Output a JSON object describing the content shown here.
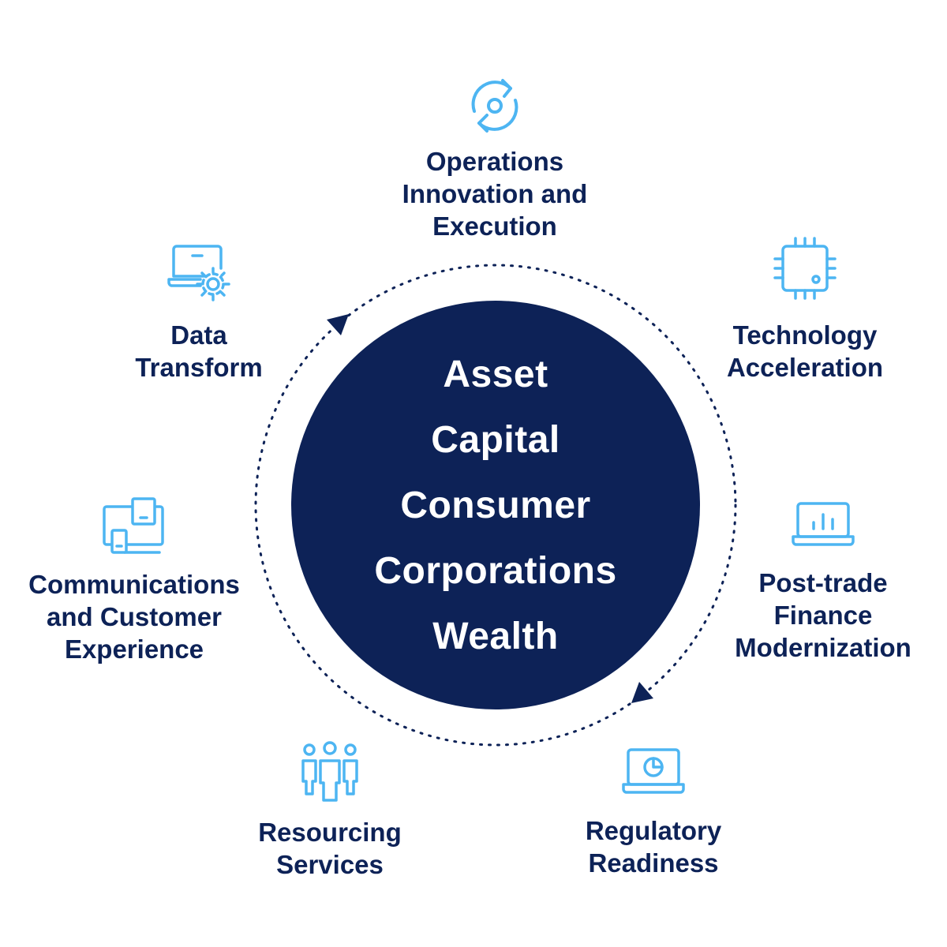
{
  "colors": {
    "navy": "#0d2257",
    "icon_blue": "#4db5f2",
    "background": "#ffffff"
  },
  "hub": {
    "segments": [
      "Asset",
      "Capital",
      "Consumer",
      "Corporations",
      "Wealth"
    ]
  },
  "capabilities": [
    {
      "id": "ops",
      "icon": "refresh-cycle-icon",
      "lines": [
        "Operations",
        "Innovation and",
        "Execution"
      ]
    },
    {
      "id": "tech",
      "icon": "microchip-icon",
      "lines": [
        "Technology",
        "Acceleration"
      ]
    },
    {
      "id": "post",
      "icon": "laptop-bar-chart-icon",
      "lines": [
        "Post-trade",
        "Finance",
        "Modernization"
      ]
    },
    {
      "id": "reg",
      "icon": "laptop-pie-chart-icon",
      "lines": [
        "Regulatory",
        "Readiness"
      ]
    },
    {
      "id": "res",
      "icon": "people-group-icon",
      "lines": [
        "Resourcing",
        "Services"
      ]
    },
    {
      "id": "comm",
      "icon": "multi-device-icon",
      "lines": [
        "Communications",
        "and Customer",
        "Experience"
      ]
    },
    {
      "id": "data",
      "icon": "laptop-gear-icon",
      "lines": [
        "Data",
        "Transform"
      ]
    }
  ]
}
